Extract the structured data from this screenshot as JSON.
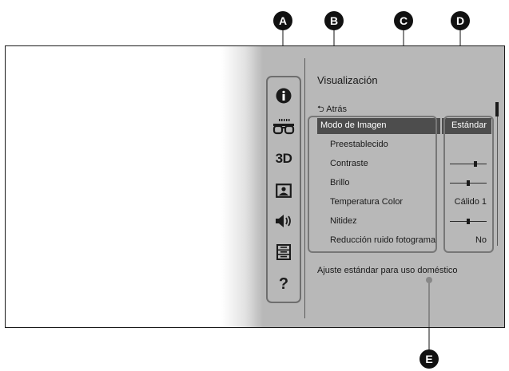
{
  "callouts": {
    "a": "A",
    "b": "B",
    "c": "C",
    "d": "D",
    "e": "E"
  },
  "sidebar": {
    "icons": [
      {
        "name": "info-icon"
      },
      {
        "name": "3d-glasses-icon"
      },
      {
        "name": "3d-icon",
        "label": "3D"
      },
      {
        "name": "picture-icon"
      },
      {
        "name": "speaker-icon"
      },
      {
        "name": "settings-list-icon"
      },
      {
        "name": "help-icon",
        "label": "?"
      }
    ]
  },
  "menu": {
    "title": "Visualización",
    "back_label": "Atrás",
    "rows": [
      {
        "label": "Modo de Imagen",
        "value": "Estándar",
        "selected": true
      },
      {
        "label": "Preestablecido",
        "value": ""
      },
      {
        "label": "Contraste",
        "slider": 0.7
      },
      {
        "label": "Brillo",
        "slider": 0.5
      },
      {
        "label": "Temperatura Color",
        "value": "Cálido 1"
      },
      {
        "label": "Nitidez",
        "slider": 0.5
      },
      {
        "label": "Reducción ruido fotograma",
        "value": "No"
      }
    ],
    "help_text": "Ajuste estándar para uso doméstico"
  },
  "colors": {
    "panel": "#b8b8b8",
    "selected": "#4d4d4d",
    "callout": "#111111",
    "outline": "#777777"
  }
}
